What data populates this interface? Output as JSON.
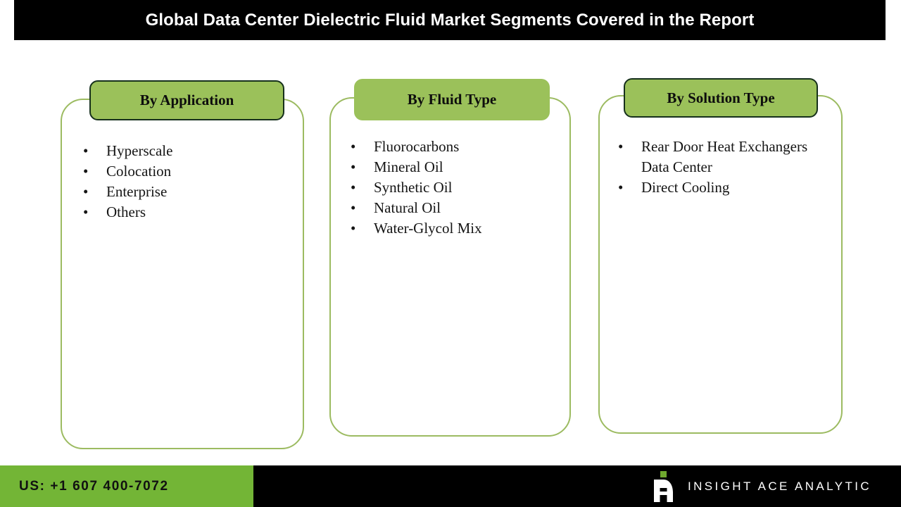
{
  "header": {
    "title": "Global Data Center Dielectric Fluid Market Segments Covered in the Report",
    "background_color": "#000000",
    "text_color": "#ffffff"
  },
  "colors": {
    "pill_green": "#9BC15A",
    "card_border_green": "#9CBB61",
    "footer_green": "#73B536",
    "black": "#000000",
    "pill_border_dark": "#16301C"
  },
  "cards": [
    {
      "id": "by-application",
      "title": "By Application",
      "items": [
        "Hyperscale",
        "Colocation",
        "Enterprise",
        "Others"
      ]
    },
    {
      "id": "by-fluid-type",
      "title": "By Fluid Type",
      "items": [
        "Fluorocarbons",
        "Mineral Oil",
        "Synthetic Oil",
        "Natural Oil",
        "Water-Glycol Mix"
      ]
    },
    {
      "id": "by-solution-type",
      "title": "By Solution Type",
      "items": [
        "Rear Door Heat Exchangers Data Center",
        "Direct Cooling"
      ]
    }
  ],
  "bullet_glyph": "•",
  "footer": {
    "phone": "US: +1 607 400-7072",
    "brand_name": "INSIGHT ACE ANALYTIC",
    "logo_icon": "insight-ace-a-mark-icon"
  }
}
